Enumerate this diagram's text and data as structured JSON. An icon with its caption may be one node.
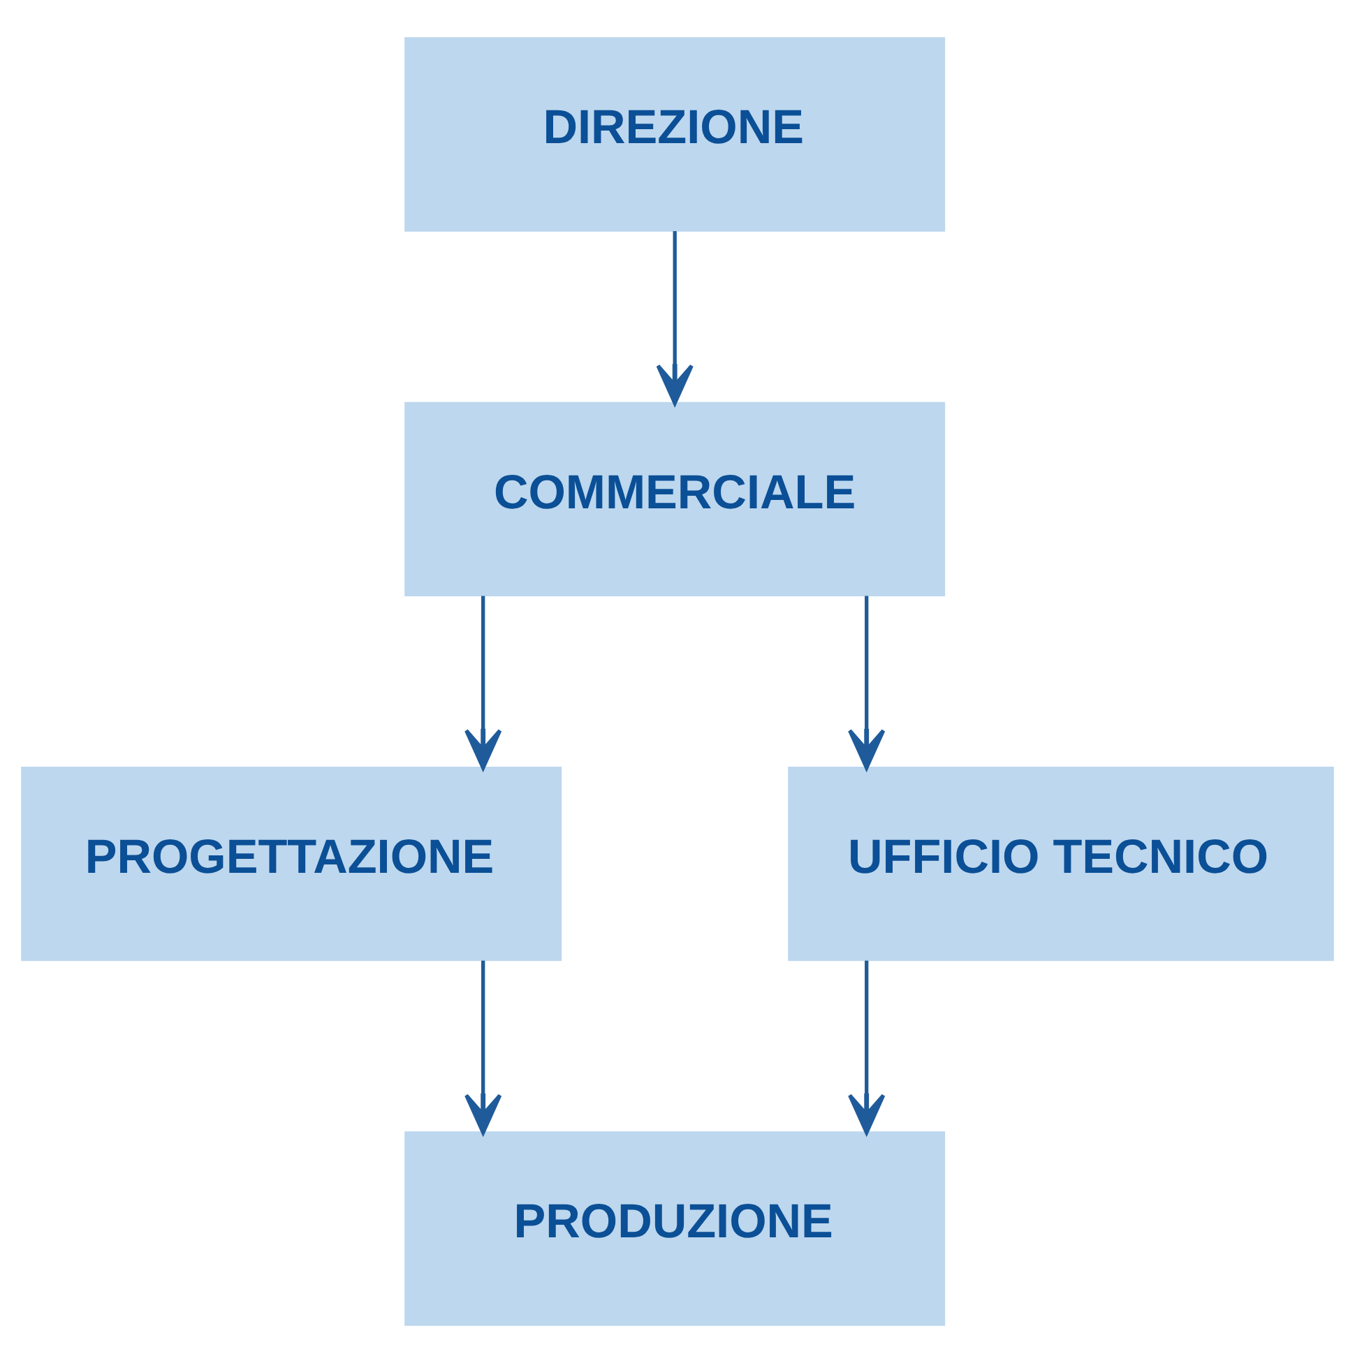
{
  "diagram": {
    "nodes": [
      {
        "text": [
          "DIREZIONE"
        ]
      },
      {
        "text": [
          "COMMERCIALE"
        ]
      },
      {
        "text": [
          "PROGETTAZIONE"
        ]
      },
      {
        "text": [
          "UFFICIO TECNICO"
        ]
      },
      {
        "text": [
          "PRODUZIONE"
        ]
      }
    ],
    "edges": [
      {
        "from": 0,
        "to": 1,
        "arrow": "to"
      },
      {
        "from": 1,
        "to": 2,
        "arrow": "to"
      },
      {
        "from": 1,
        "to": 3,
        "arrow": "to"
      },
      {
        "from": 2,
        "to": 4,
        "arrow": "to"
      },
      {
        "from": 3,
        "to": 4,
        "arrow": "to"
      }
    ]
  }
}
